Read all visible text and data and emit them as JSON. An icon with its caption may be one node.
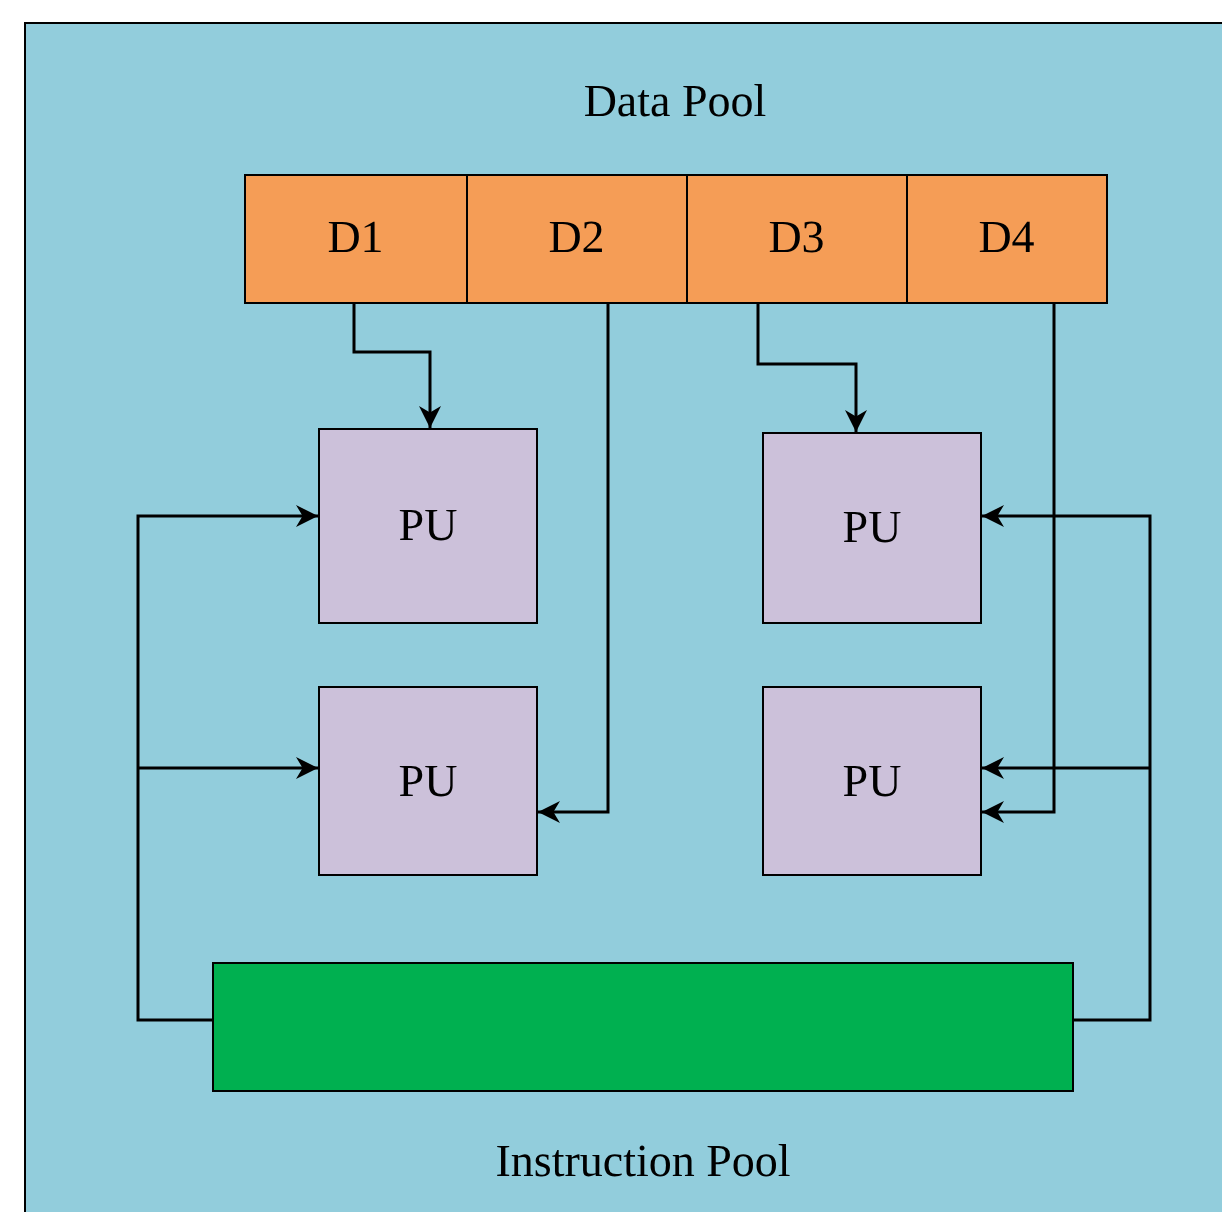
{
  "diagram": {
    "nodes": [
      {
        "text": [
          "Data Pool"
        ]
      },
      {
        "text": [
          "D1"
        ],
        "in": 0
      },
      {
        "text": [
          "D2"
        ],
        "in": 0
      },
      {
        "text": [
          "D3"
        ],
        "in": 0
      },
      {
        "text": [
          "D4"
        ],
        "in": 0
      },
      {
        "text": [
          "PU"
        ]
      },
      {
        "text": [
          "PU"
        ]
      },
      {
        "text": [
          "PU"
        ]
      },
      {
        "text": [
          "PU"
        ]
      },
      {
        "text": [
          "Instruction Pool"
        ]
      }
    ],
    "edges": [
      {
        "from": 1,
        "to": 5,
        "arrow": "to"
      },
      {
        "from": 2,
        "to": 7,
        "arrow": "to"
      },
      {
        "from": 3,
        "to": 6,
        "arrow": "to"
      },
      {
        "from": 4,
        "to": 8,
        "arrow": "to"
      },
      {
        "from": 9,
        "to": 5,
        "arrow": "to"
      },
      {
        "from": 9,
        "to": 7,
        "arrow": "to"
      },
      {
        "from": 9,
        "to": 6,
        "arrow": "to"
      },
      {
        "from": 9,
        "to": 8,
        "arrow": "to"
      }
    ]
  }
}
